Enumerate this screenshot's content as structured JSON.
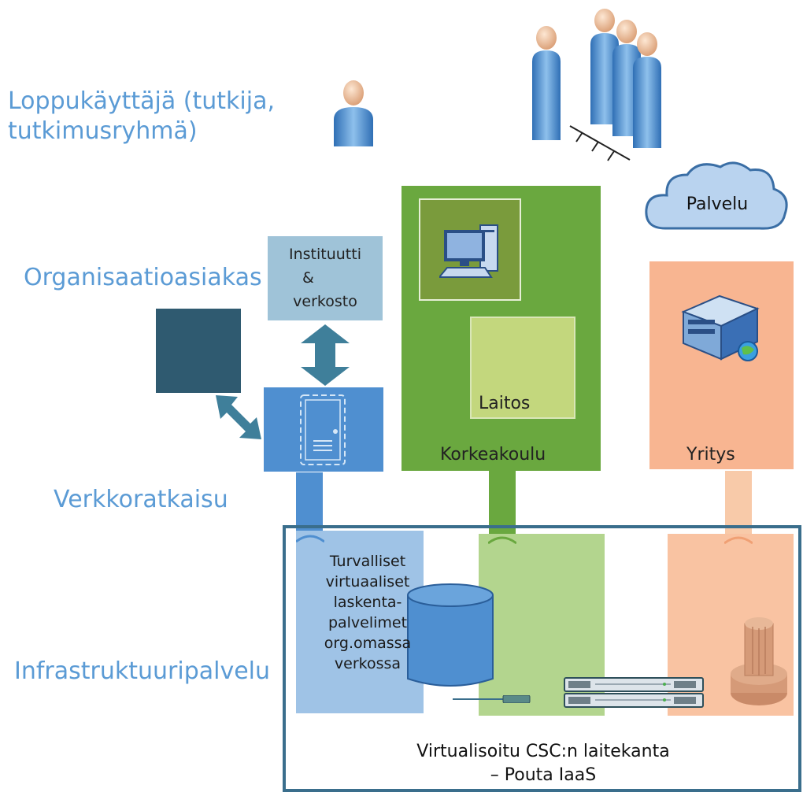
{
  "labels": {
    "end_user": "Loppukäyttäjä (tutkija, tutkimusryhmä)",
    "end_user_line1": "Loppukäyttäjä (tutkija,",
    "end_user_line2": "tutkimusryhmä)",
    "organisation": "Organisaatioasiakas",
    "network": "Verkkoratkaisu",
    "infrastructure": "Infrastruktuuripalvelu"
  },
  "boxes": {
    "institute_line1": "Instituutti",
    "institute_line2": "&",
    "institute_line3": "verkosto",
    "department": "Laitos",
    "university": "Korkeakoulu",
    "company": "Yritys",
    "service_cloud": "Palvelu"
  },
  "secure_servers": [
    "Turvalliset",
    "virtuaaliset",
    "laskenta-",
    "palvelimet",
    "org.omassa",
    "verkossa"
  ],
  "platform": {
    "line1": "Virtualisoitu CSC:n laitekanta",
    "line2": "– Pouta IaaS"
  },
  "colors": {
    "label_blue": "#5b9bd5",
    "dark_teal": "#2f5a70",
    "arrow_teal": "#3f7f9a",
    "light_blue_box": "#9fc3d8",
    "blue_box": "#4f8fd0",
    "green": "#6aa83f",
    "light_green": "#a9cf80",
    "orange": "#f5a97a",
    "light_orange": "#f8caa9",
    "frame": "#3a6e8c"
  },
  "icons": [
    "person-icon",
    "group-icon",
    "cloud-icon",
    "computer-icon",
    "server-icon",
    "door-icon",
    "cylinder-icon",
    "rack-server-icon"
  ]
}
